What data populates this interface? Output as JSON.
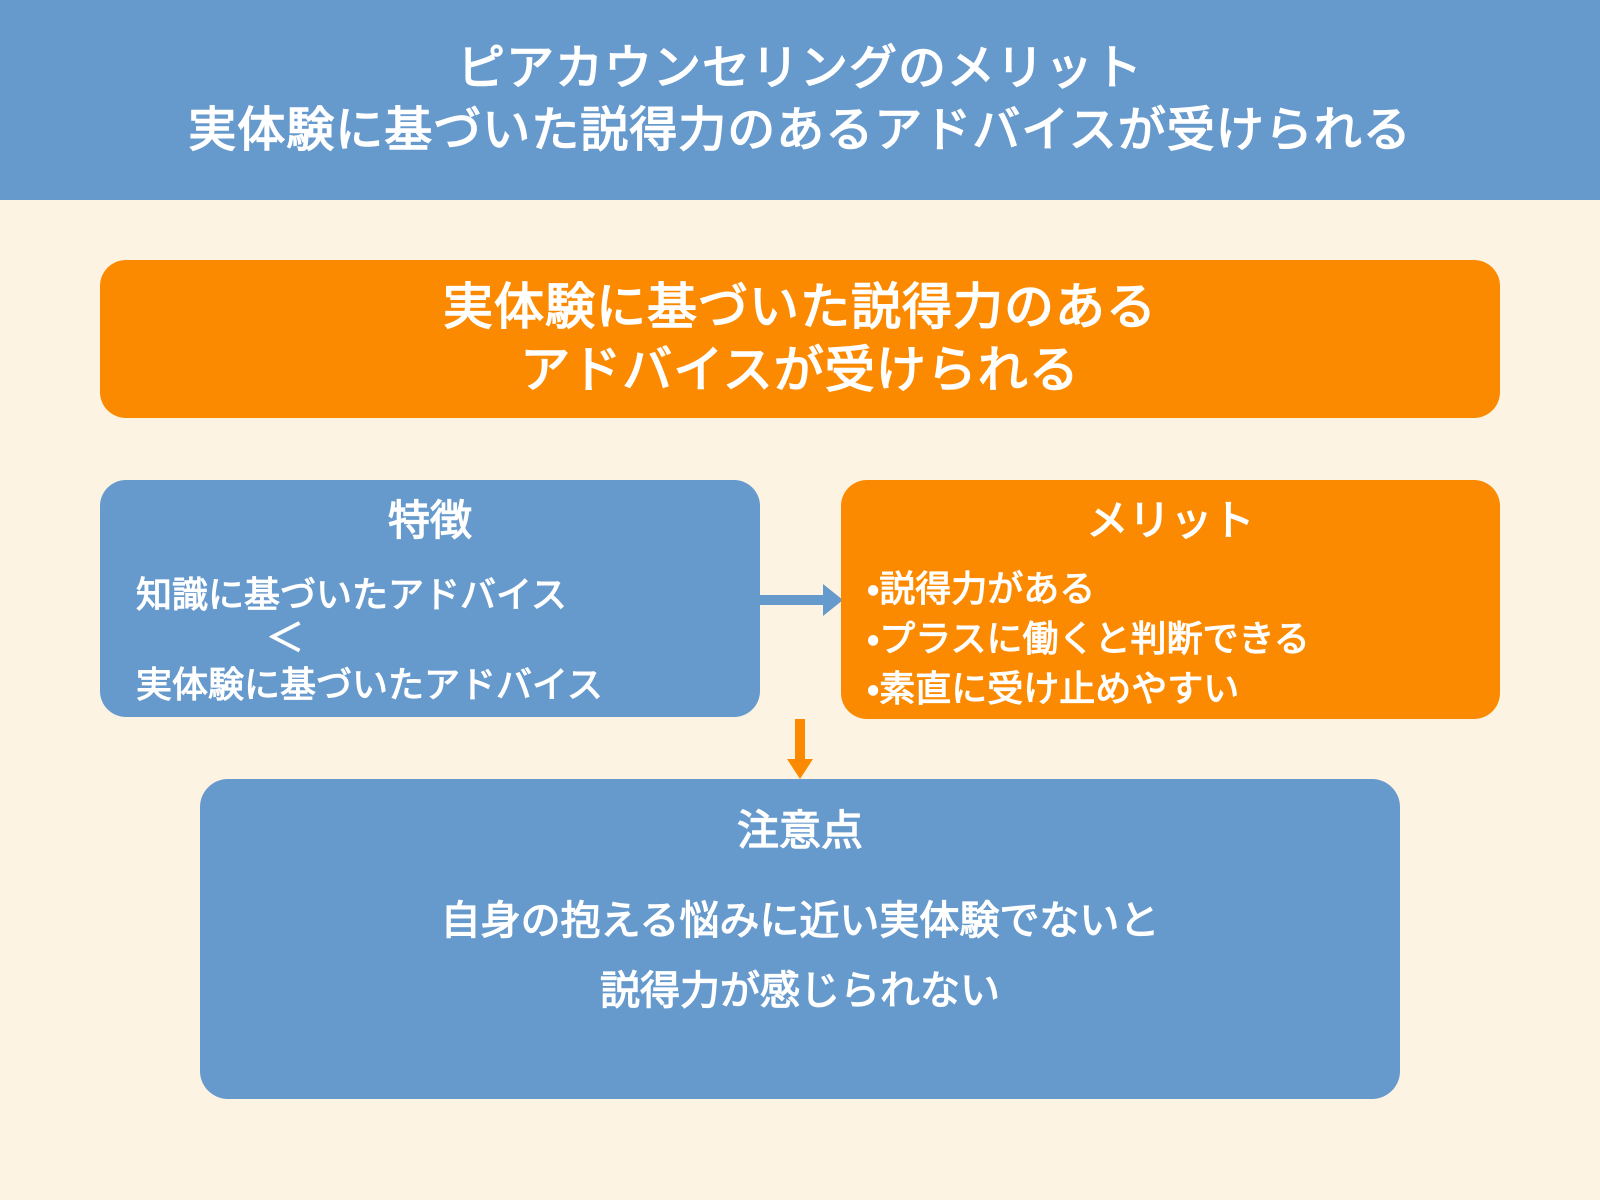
{
  "colors": {
    "blue": "#6699CC",
    "orange": "#FC8A00",
    "background": "#FDF3E2",
    "text": "#FFFFFF"
  },
  "header": {
    "line1": "ピアカウンセリングのメリット",
    "line2": "実体験に基づいた説得力のあるアドバイスが受けられる"
  },
  "main_box": {
    "line1": "実体験に基づいた説得力のある",
    "line2": "アドバイスが受けられる"
  },
  "feature_box": {
    "heading": "特徴",
    "line1": "知識に基づいたアドバイス",
    "comparison": "＜",
    "line2": "実体験に基づいたアドバイス"
  },
  "merit_box": {
    "heading": "メリット",
    "bullets": [
      "・説得力がある",
      "・プラスに働くと判断できる",
      "・素直に受け止めやすい"
    ]
  },
  "caution_box": {
    "heading": "注意点",
    "line1": "自身の抱える悩みに近い実体験でないと",
    "line2": "説得力が感じられない"
  }
}
